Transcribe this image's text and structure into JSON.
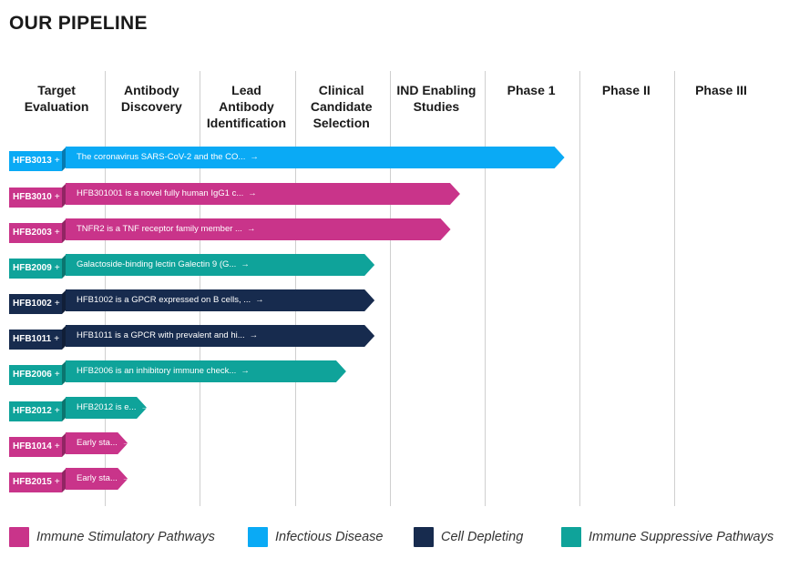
{
  "title": "OUR PIPELINE",
  "stages": [
    "Target\nEvaluation",
    "Antibody\nDiscovery",
    "Lead\nAntibody\nIdentification",
    "Clinical\nCandidate\nSelection",
    "IND Enabling\nStudies",
    "Phase 1",
    "Phase II",
    "Phase III"
  ],
  "colors": {
    "immune_stimulatory": "#c9348a",
    "infectious_disease": "#0aaaf5",
    "cell_depleting": "#172b4e",
    "immune_suppressive": "#0fa39a"
  },
  "programs": [
    {
      "id": "HFB3013",
      "text": "The coronavirus SARS-CoV-2 and the CO...",
      "category": "infectious_disease",
      "progress_stage": 5.85
    },
    {
      "id": "HFB3010",
      "text": "HFB301001 is a novel fully human IgG1 c...",
      "category": "immune_stimulatory",
      "progress_stage": 4.75
    },
    {
      "id": "HFB2003",
      "text": "TNFR2 is a TNF receptor family member ...",
      "category": "immune_stimulatory",
      "progress_stage": 4.65
    },
    {
      "id": "HFB2009",
      "text": "Galactoside-binding lectin Galectin 9 (G...",
      "category": "immune_suppressive",
      "progress_stage": 3.85
    },
    {
      "id": "HFB1002",
      "text": "HFB1002 is a GPCR expressed on B cells, ...",
      "category": "cell_depleting",
      "progress_stage": 3.85
    },
    {
      "id": "HFB1011",
      "text": "HFB1011 is a GPCR with prevalent and hi...",
      "category": "cell_depleting",
      "progress_stage": 3.85
    },
    {
      "id": "HFB2006",
      "text": "HFB2006 is an inhibitory immune check...",
      "category": "immune_suppressive",
      "progress_stage": 3.55
    },
    {
      "id": "HFB2012",
      "text": "HFB2012 is e...",
      "category": "immune_suppressive",
      "progress_stage": 1.45
    },
    {
      "id": "HFB1014",
      "text": "Early sta...",
      "category": "immune_stimulatory",
      "progress_stage": 1.25
    },
    {
      "id": "HFB2015",
      "text": "Early sta...",
      "category": "immune_stimulatory",
      "progress_stage": 1.25
    }
  ],
  "legend": [
    {
      "label": "Immune Stimulatory Pathways",
      "category": "immune_stimulatory"
    },
    {
      "label": "Infectious Disease",
      "category": "infectious_disease"
    },
    {
      "label": "Cell Depleting",
      "category": "cell_depleting"
    },
    {
      "label": "Immune Suppressive Pathways",
      "category": "immune_suppressive"
    }
  ],
  "ui": {
    "tag_plus": "+",
    "bar_arrow": "→"
  }
}
